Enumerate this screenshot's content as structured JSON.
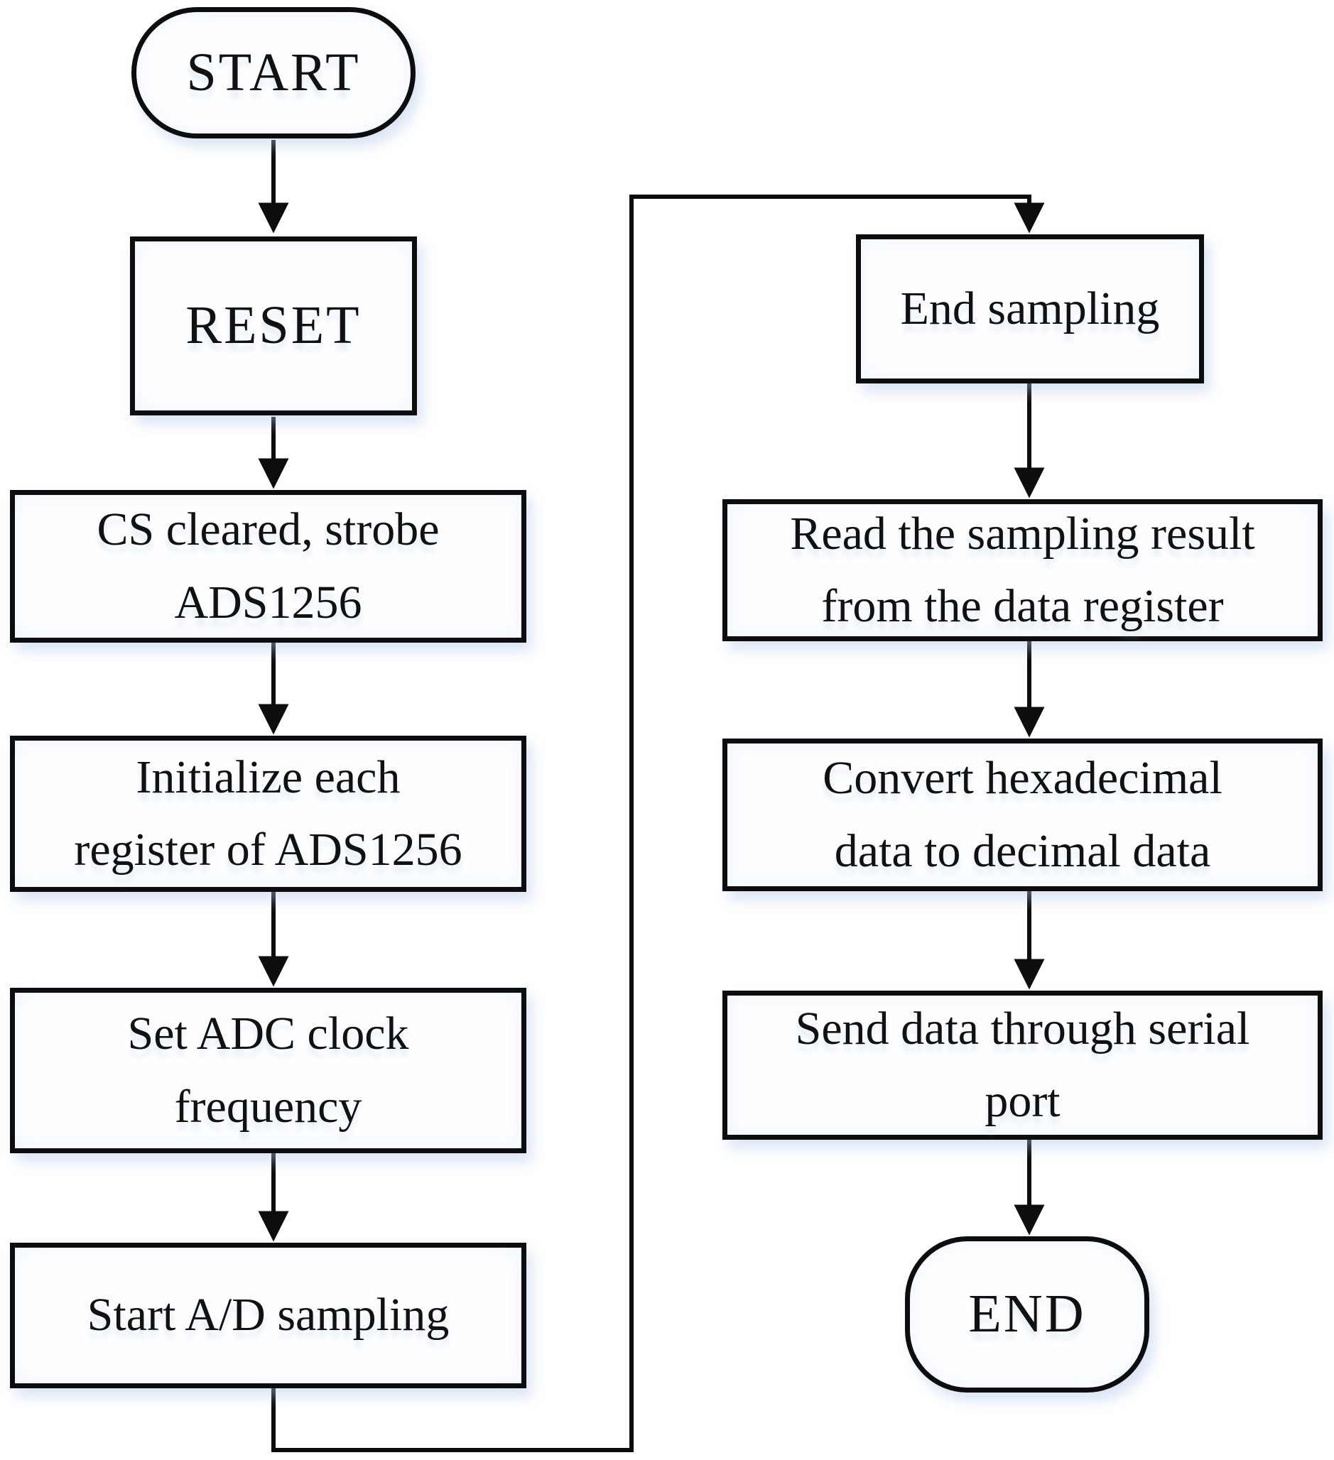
{
  "diagram": {
    "type": "flowchart",
    "colors": {
      "line": "#0d0d0d",
      "text": "#111111",
      "node_fill": "#fdfeff",
      "soft_shadow": "rgba(173,197,231,0.45)",
      "background": "#ffffff"
    },
    "nodes": {
      "start": {
        "type": "terminator",
        "lines": [
          "START"
        ]
      },
      "reset": {
        "type": "process",
        "lines": [
          "RESET"
        ]
      },
      "cs_clear": {
        "type": "process",
        "lines": [
          "CS cleared, strobe",
          "ADS1256"
        ]
      },
      "init_reg": {
        "type": "process",
        "lines": [
          "Initialize each",
          "register of ADS1256"
        ]
      },
      "set_adc": {
        "type": "process",
        "lines": [
          "Set ADC clock",
          "frequency"
        ]
      },
      "start_ad": {
        "type": "process",
        "lines": [
          "Start A/D sampling"
        ]
      },
      "end_sampling": {
        "type": "process",
        "lines": [
          "End sampling"
        ]
      },
      "read_result": {
        "type": "process",
        "lines": [
          "Read the sampling result",
          "from the data register"
        ]
      },
      "convert_hex": {
        "type": "process",
        "lines": [
          "Convert hexadecimal",
          "data to decimal data"
        ]
      },
      "send_serial": {
        "type": "process",
        "lines": [
          "Send data through serial",
          "port"
        ]
      },
      "end": {
        "type": "terminator",
        "lines": [
          "END"
        ]
      }
    },
    "edges": [
      {
        "from": "start",
        "to": "reset"
      },
      {
        "from": "reset",
        "to": "cs_clear"
      },
      {
        "from": "cs_clear",
        "to": "init_reg"
      },
      {
        "from": "init_reg",
        "to": "set_adc"
      },
      {
        "from": "set_adc",
        "to": "start_ad"
      },
      {
        "from": "start_ad",
        "to": "end_sampling"
      },
      {
        "from": "end_sampling",
        "to": "read_result"
      },
      {
        "from": "read_result",
        "to": "convert_hex"
      },
      {
        "from": "convert_hex",
        "to": "send_serial"
      },
      {
        "from": "send_serial",
        "to": "end"
      }
    ]
  }
}
